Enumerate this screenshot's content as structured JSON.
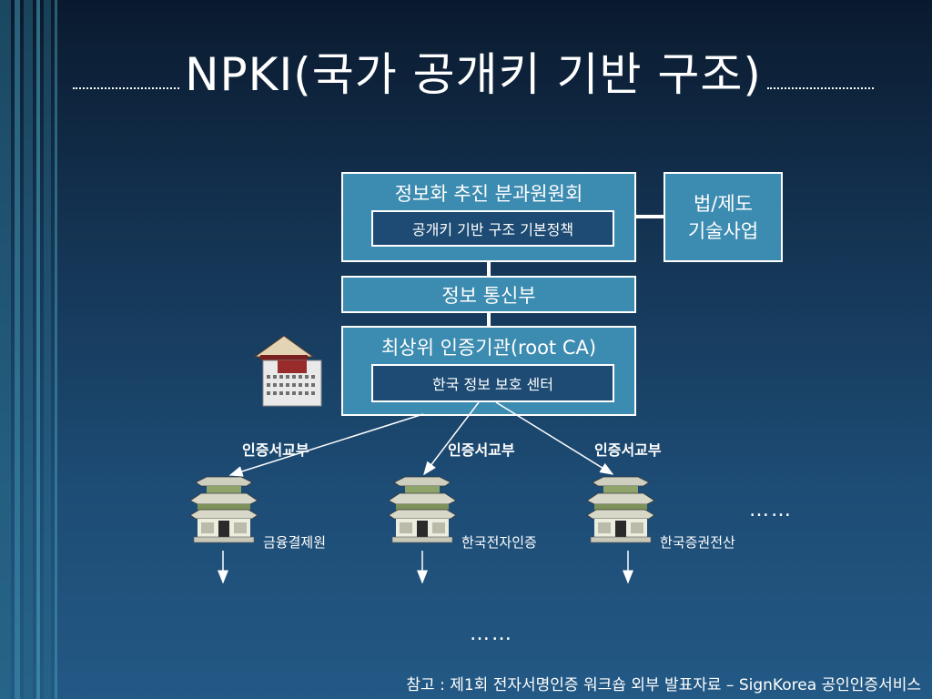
{
  "title": "NPKI(국가 공개키 기반 구조)",
  "committee": {
    "title": "정보화 추진 분과원원회",
    "policy": "공개키 기반 구조 기본정책"
  },
  "legal": {
    "line1": "법/제도",
    "line2": "기술사업"
  },
  "ministry": "정보 통신부",
  "root_ca": {
    "title": "최상위 인증기관(root CA)",
    "center": "한국 정보 보호 센터"
  },
  "cert_issue_label": "인증서교부",
  "organizations": [
    "금융결제원",
    "한국전자인증",
    "한국증권전산"
  ],
  "ellipsis": "……",
  "footer": "참고 : 제1회 전자서명인증 워크숍 외부 발표자료 – SignKorea 공인인증서비스",
  "colors": {
    "box_fill": "#3c8bb0",
    "inner_fill": "#1d4b73",
    "border": "#ffffff"
  },
  "icons": [
    "headquarters-building-icon",
    "palace-building-icon",
    "down-arrow-icon"
  ]
}
